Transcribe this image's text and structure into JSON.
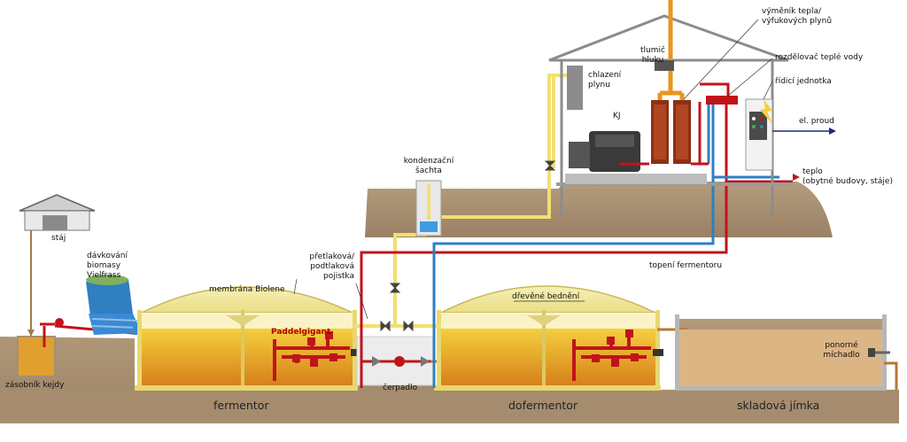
{
  "labels": {
    "staj": "stáj",
    "davkovani": [
      "dávkování",
      "biomasy",
      "Vielfrass"
    ],
    "zasobnik": "zásobník kejdy",
    "membrana": "membrána Biolene",
    "paddel": "Paddelgigant",
    "pretlak": [
      "přetlaková/",
      "podtlaková",
      "pojistka"
    ],
    "cerpadlo": "čerpadlo",
    "drevene": "dřevěné bednění",
    "topeni": "topení fermentoru",
    "kondenzacni": [
      "kondenzační",
      "šachta"
    ],
    "chlazeni": [
      "chlazení",
      "plynu"
    ],
    "tlumic": [
      "tlumič",
      "hluku"
    ],
    "kj": "KJ",
    "vymenik": [
      "výměník tepla/",
      "výfukových plynů"
    ],
    "rozdelovac": "rozdělovač teplé vody",
    "ridici": "řídicí jednotka",
    "proud": "el. proud",
    "teplo": [
      "teplo",
      "(obytné budovy, stáje)"
    ],
    "ponorne": [
      "ponorné",
      "míchadlo"
    ],
    "fermentor": "fermentor",
    "dofermentor": "dofermentor",
    "skladova": "skladová jímka"
  },
  "colors": {
    "ground": "#a88f71",
    "ground_dark": "#8d7558",
    "liquid_top": "#f1c232",
    "liquid_bottom": "#d98a1a",
    "dome": "#f3eca9",
    "gas_pipe": "#f4e07a",
    "heat_red": "#c0141a",
    "heat_blue": "#2f7fc1",
    "exhaust": "#e8961e",
    "building": "#f7f7f7",
    "building_line": "#8c8c8c",
    "electric": "#1a2a7a",
    "store_liquid": "#d9b48a"
  }
}
